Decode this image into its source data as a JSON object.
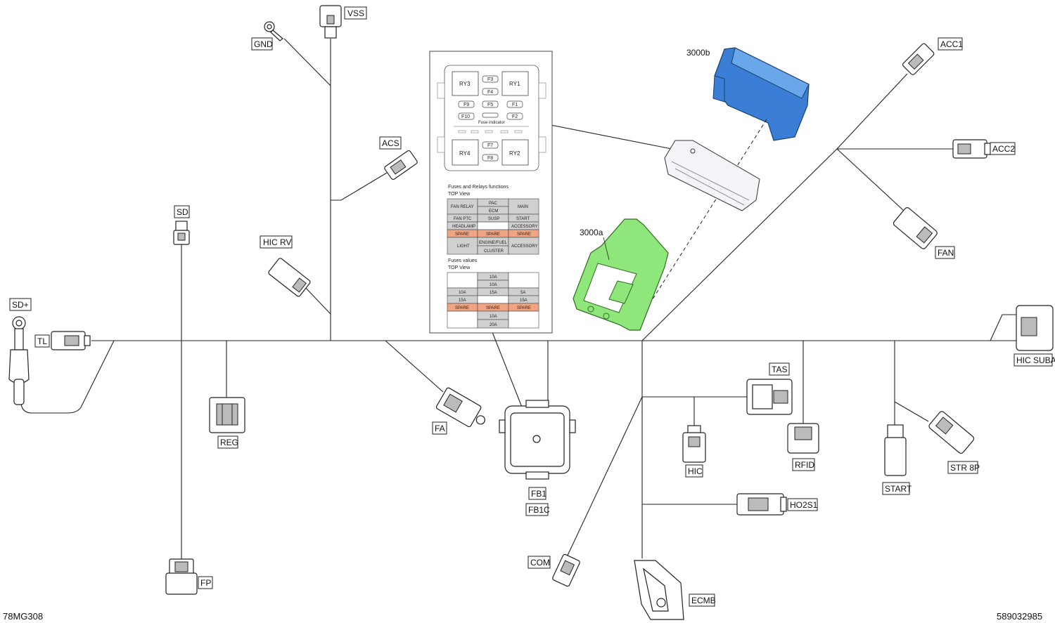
{
  "labels": {
    "vss": "VSS",
    "gnd": "GND",
    "acs": "ACS",
    "sd_top": "SD",
    "hic_rv": "HIC  RV",
    "sd_plus": "SD+",
    "tl": "TL",
    "reg": "REG",
    "fa": "FA",
    "fp": "FP",
    "fb1": "FB1",
    "fb1c": "FB1C",
    "com": "COM",
    "ecmb": "ECMB",
    "ho2s1": "HO2S1",
    "hic": "HIC",
    "tas": "TAS",
    "rfid": "RFID",
    "start": "START",
    "str8p": "STR 8P",
    "hic_suba": "HIC SUBA",
    "fan": "FAN",
    "acc1": "ACC1",
    "acc2": "ACC2",
    "part_3000a": "3000a",
    "part_3000b": "3000b"
  },
  "fuse_box": {
    "relays": [
      "RY3",
      "RY1",
      "RY4",
      "RY2"
    ],
    "fuses": [
      "F3",
      "F4",
      "F9",
      "F5",
      "F1",
      "F10",
      "F2",
      "F7",
      "F8"
    ],
    "indicator": "Fuse indicator"
  },
  "functions_table": {
    "title": "Fuses and Relays functions",
    "view": "TOP View",
    "cells": [
      "FAN RELAY",
      "PAC",
      "ECM",
      "MAIN",
      "FAN PTC",
      "SUSP",
      "START",
      "HEADLAMP",
      "ACCESSORY",
      "SPARE",
      "SPARE",
      "SPARE",
      "LIGHT",
      "ENGINE/FUEL",
      "CLUSTER",
      "ACCESSORY"
    ]
  },
  "values_table": {
    "title": "Fuses values",
    "view": "TOP View",
    "cells": [
      "10A",
      "10A",
      "10A",
      "15A",
      "5A",
      "15A",
      "15A",
      "SPARE",
      "SPARE",
      "SPARE",
      "10A",
      "20A"
    ]
  },
  "footer": {
    "left_code": "78MG308",
    "right_code": "589032985"
  },
  "colors": {
    "blue_part": "#3a7fd5",
    "green_part": "#8fe67a",
    "spare_cell": "#f0a582",
    "gray_cell": "#d0d0d0"
  }
}
